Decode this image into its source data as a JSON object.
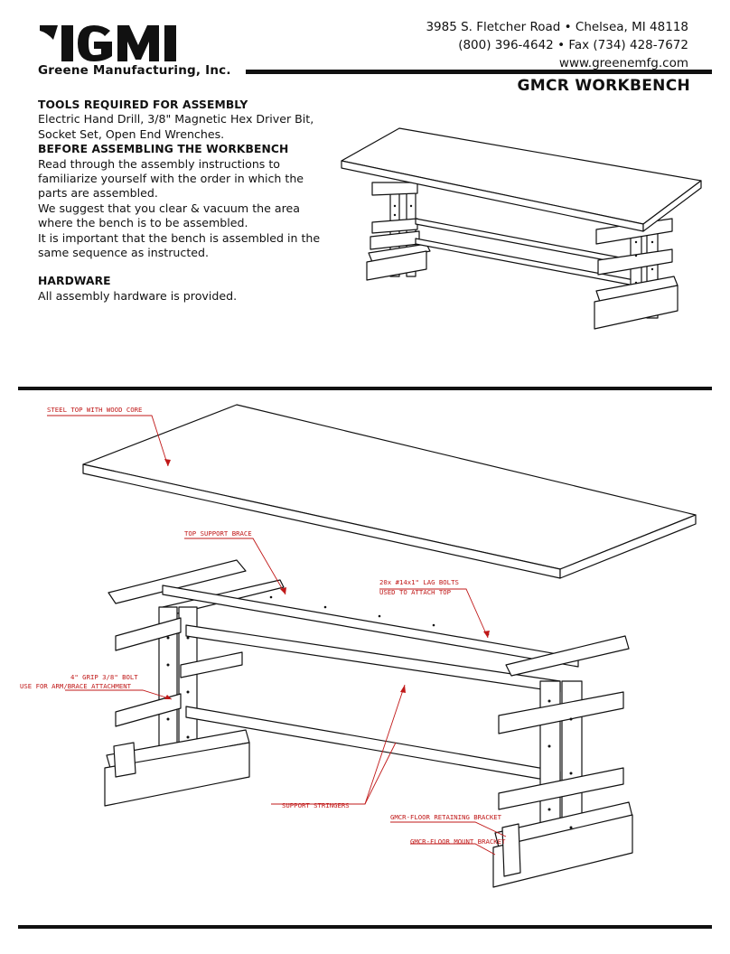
{
  "header": {
    "brand": "GMI",
    "company": "Greene Manufacturing, Inc.",
    "address_line1": "3985 S. Fletcher Road • Chelsea, MI  48118",
    "address_line2": "(800) 396-4642 • Fax (734) 428-7672",
    "website": "www.greenemfg.com"
  },
  "title": "GMCR WORKBENCH",
  "sections": {
    "tools_heading": "TOOLS REQUIRED FOR ASSEMBLY",
    "tools_text": "Electric Hand Drill, 3/8\" Magnetic Hex Driver Bit, Socket Set, Open End Wrenches.",
    "before_heading": "BEFORE ASSEMBLING THE WORKBENCH",
    "before_p1": "Read through the assembly instructions to familiarize yourself with the order in which the parts are assembled.",
    "before_p2": "We suggest that you clear & vacuum the area where the bench is to be assembled.",
    "before_p3": "It is important that the bench is assembled in the same sequence as instructed.",
    "hardware_heading": "HARDWARE",
    "hardware_text": "All assembly hardware is provided."
  },
  "callouts": {
    "steel_top": "STEEL TOP WITH WOOD CORE",
    "top_support_brace": "TOP SUPPORT BRACE",
    "lag_bolts_1": "20x #14x1\" LAG BOLTS",
    "lag_bolts_2": "USED TO ATTACH TOP",
    "grip_bolt_1": "4\" GRIP 3/8\" BOLT",
    "grip_bolt_2": "USE FOR ARM/BRACE ATTACHMENT",
    "support_stringers": "SUPPORT STRINGERS",
    "floor_retaining": "GMCR-FLOOR RETAINING BRACKET",
    "floor_mount": "GMCR-FLOOR MOUNT BRACKET"
  },
  "colors": {
    "ink": "#111111",
    "callout": "#c01818"
  }
}
